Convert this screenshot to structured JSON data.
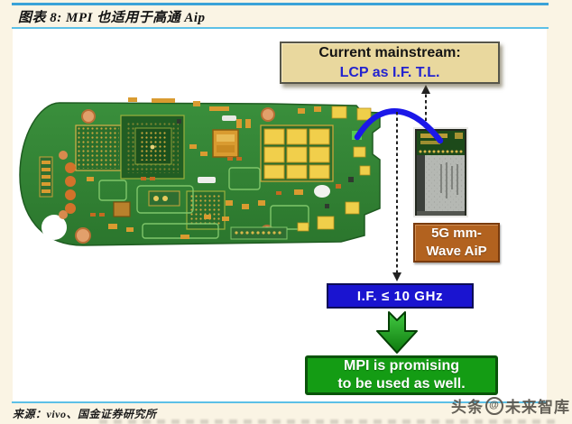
{
  "header": {
    "title": "图表 8: MPI 也适用于高通 Aip"
  },
  "figure": {
    "mainstream_box": {
      "line1": "Current mainstream:",
      "line2": "LCP as I.F. T.L."
    },
    "aip_box": {
      "line1": "5G mm-",
      "line2": "Wave AiP"
    },
    "if_box": {
      "label": "I.F. ≤ 10 GHz"
    },
    "mpi_box": {
      "line1": "MPI is promising",
      "line2": "to be used as well."
    },
    "images": {
      "pcb": "smartphone-mainboard-photo",
      "module": "5g-mmwave-aip-module-photo"
    },
    "colors": {
      "mainstream_bg": "#e9d89e",
      "mainstream_accent": "#2323cf",
      "aip_bg": "#b2621f",
      "if_bg": "#1a14d0",
      "mpi_bg": "#149c14",
      "curve_arrow": "#1b18e8",
      "header_rule": "#5cc0e6"
    }
  },
  "footer": {
    "source": "来源：vivo、国金证券研究所",
    "watermark_prefix": "头条",
    "watermark_at": "@",
    "watermark_name": "未来智库"
  }
}
